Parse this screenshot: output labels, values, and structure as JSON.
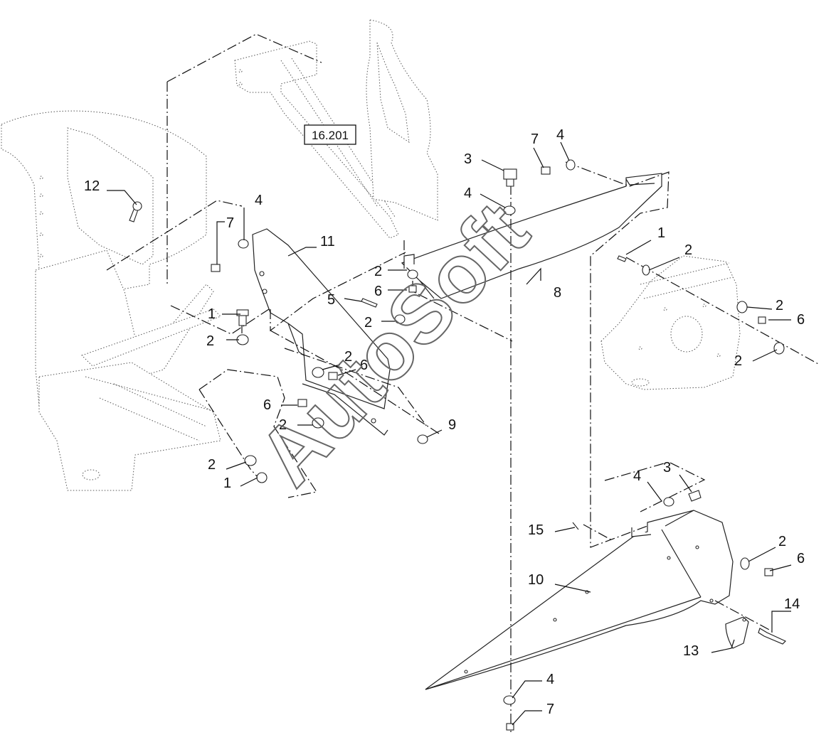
{
  "diagram": {
    "reference_box": "16.201",
    "watermark": "AutoSoft",
    "callouts": [
      {
        "id": "c12",
        "text": "12"
      },
      {
        "id": "c4a",
        "text": "4"
      },
      {
        "id": "c7a",
        "text": "7"
      },
      {
        "id": "c11",
        "text": "11"
      },
      {
        "id": "c1a",
        "text": "1"
      },
      {
        "id": "c2a",
        "text": "2"
      },
      {
        "id": "c2b",
        "text": "2"
      },
      {
        "id": "c6a",
        "text": "6"
      },
      {
        "id": "c5",
        "text": "5"
      },
      {
        "id": "c2c",
        "text": "2"
      },
      {
        "id": "c2d",
        "text": "2"
      },
      {
        "id": "c6b",
        "text": "6"
      },
      {
        "id": "c6c",
        "text": "6"
      },
      {
        "id": "c2e",
        "text": "2"
      },
      {
        "id": "c9",
        "text": "9"
      },
      {
        "id": "c2f",
        "text": "2"
      },
      {
        "id": "c1b",
        "text": "1"
      },
      {
        "id": "c3a",
        "text": "3"
      },
      {
        "id": "c7b",
        "text": "7"
      },
      {
        "id": "c4b",
        "text": "4"
      },
      {
        "id": "c4c",
        "text": "4"
      },
      {
        "id": "c8",
        "text": "8"
      },
      {
        "id": "c1c",
        "text": "1"
      },
      {
        "id": "c2g",
        "text": "2"
      },
      {
        "id": "c2h",
        "text": "2"
      },
      {
        "id": "c6d",
        "text": "6"
      },
      {
        "id": "c2i",
        "text": "2"
      },
      {
        "id": "c4d",
        "text": "4"
      },
      {
        "id": "c3b",
        "text": "3"
      },
      {
        "id": "c15",
        "text": "15"
      },
      {
        "id": "c2j",
        "text": "2"
      },
      {
        "id": "c6e",
        "text": "6"
      },
      {
        "id": "c10",
        "text": "10"
      },
      {
        "id": "c14",
        "text": "14"
      },
      {
        "id": "c13",
        "text": "13"
      },
      {
        "id": "c4e",
        "text": "4"
      },
      {
        "id": "c7c",
        "text": "7"
      }
    ]
  }
}
